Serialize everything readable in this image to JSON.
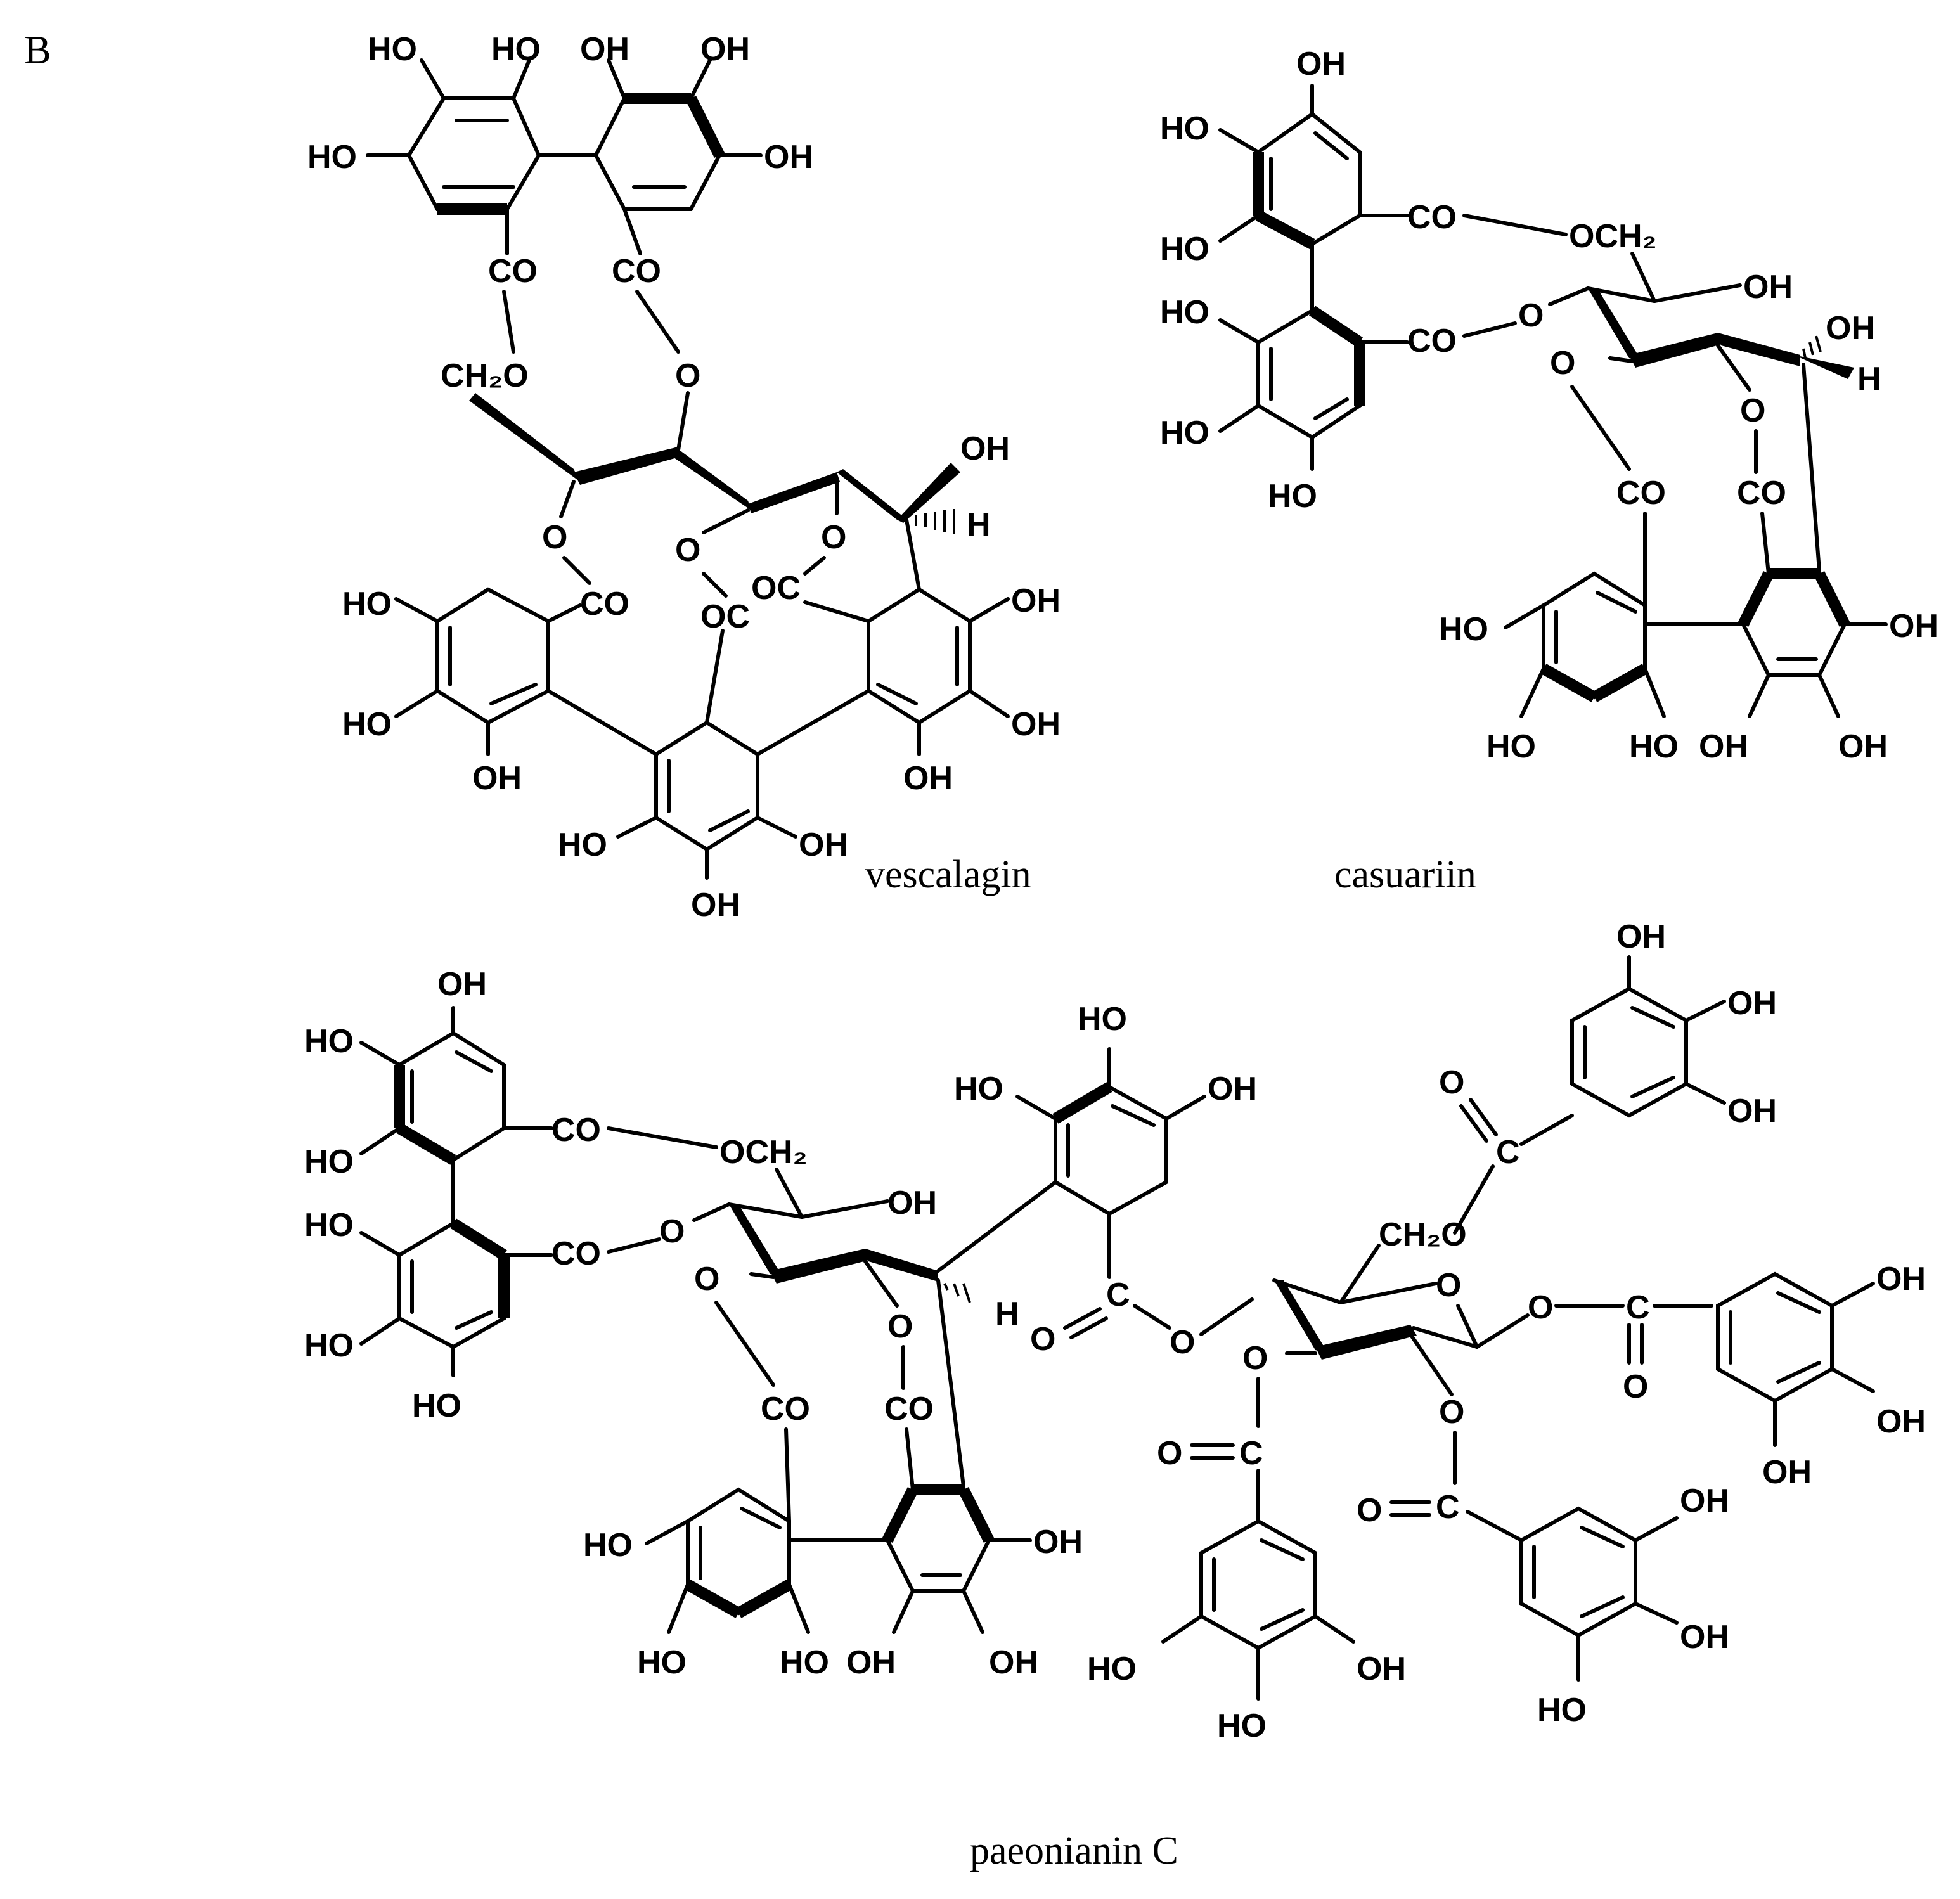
{
  "panel_label": "B",
  "captions": {
    "vescalagin": "vescalagin",
    "casuariin": "casuariin",
    "paeonianin": "paeonianin C"
  },
  "atoms": {
    "OH": "OH",
    "HO": "HO",
    "CO": "CO",
    "OC": "OC",
    "O": "O",
    "H": "H",
    "C": "C",
    "CH2O": "CH₂O",
    "OCH2": "OCH₂"
  },
  "colors": {
    "ink": "#000000",
    "background": "#ffffff"
  }
}
